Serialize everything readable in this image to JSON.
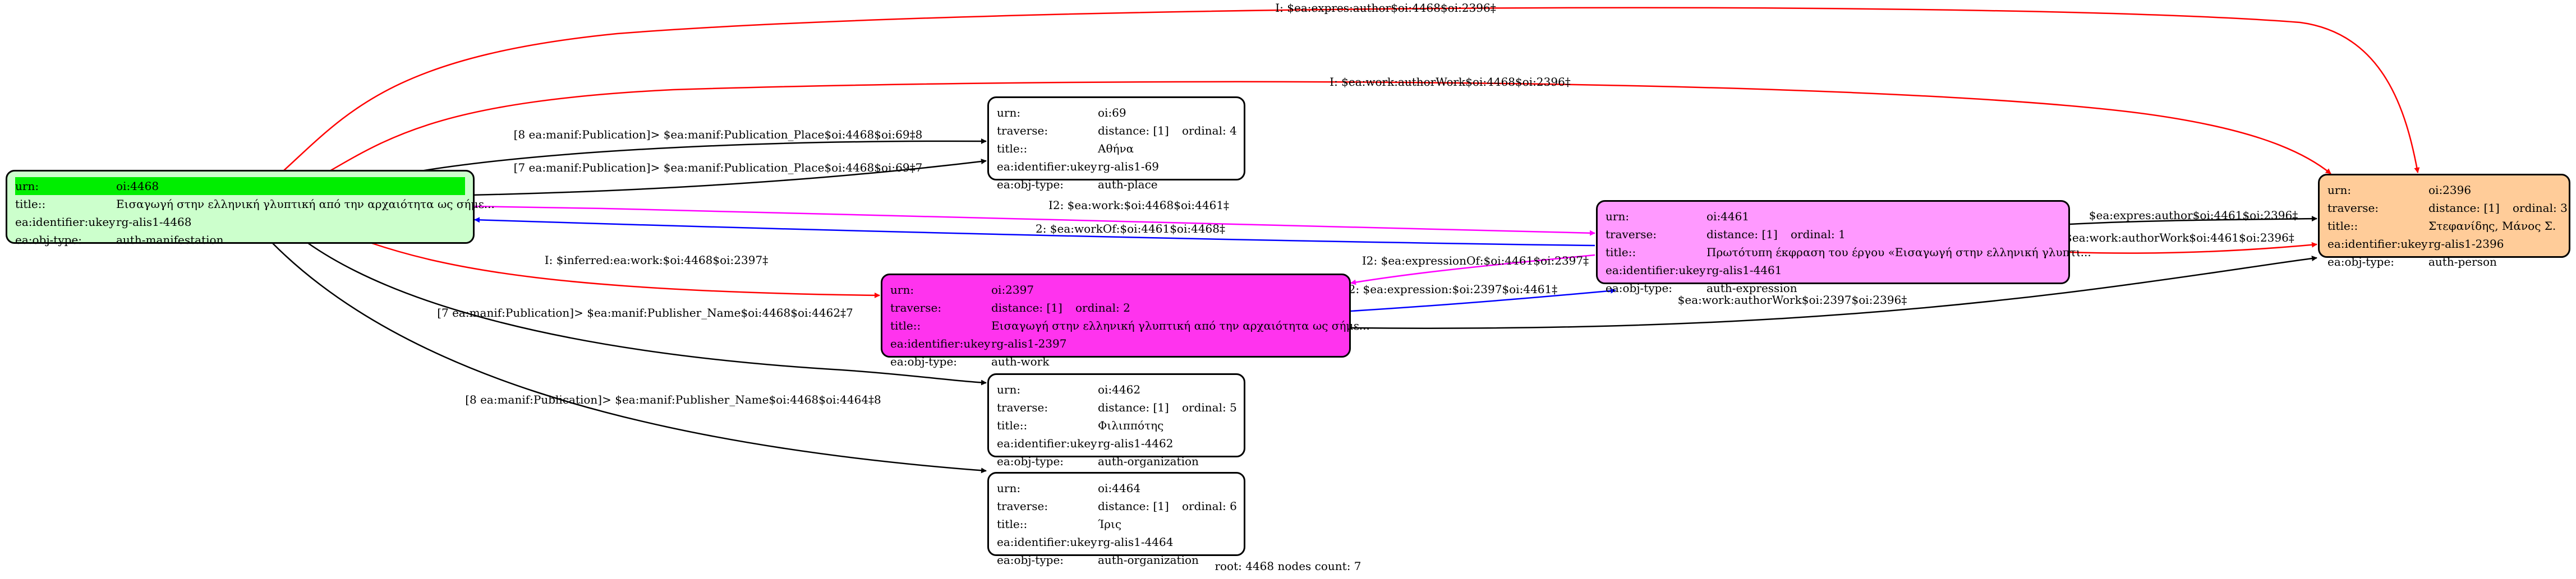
{
  "footer": "root: 4468 nodes count: 7",
  "colors": {
    "black": "#000000",
    "red": "#ff0000",
    "blue": "#0000ff",
    "magenta": "#ff00ff",
    "root_fill": "#ccffcc",
    "root_highlight": "#00ee00",
    "work_fill": "#ff33ee",
    "expression_fill": "#ff99ff",
    "person_fill": "#ffcc99",
    "plain_fill": "#ffffff"
  },
  "nodes": [
    {
      "id": "n4468",
      "fill": "#ccffcc",
      "rows": [
        {
          "k": "urn:",
          "v": "oi:4468",
          "hl": true
        },
        {
          "k": "title::",
          "v": "Εισαγωγή στην ελληνική γλυπτική από την αρχαιότητα ως σήμε..."
        },
        {
          "k": "ea:identifier:ukey",
          "v": "rg-alis1-4468"
        },
        {
          "k": "ea:obj-type:",
          "v": "auth-manifestation"
        }
      ]
    },
    {
      "id": "n69",
      "fill": "#ffffff",
      "rows": [
        {
          "k": "urn:",
          "v": "oi:69"
        },
        {
          "k": "traverse:",
          "v": "distance: [1]",
          "v2": "ordinal: 4"
        },
        {
          "k": "title::",
          "v": "Αθήνα"
        },
        {
          "k": "ea:identifier:ukey",
          "v": "rg-alis1-69"
        },
        {
          "k": "ea:obj-type:",
          "v": "auth-place"
        }
      ]
    },
    {
      "id": "n2397",
      "fill": "#ff33ee",
      "rows": [
        {
          "k": "urn:",
          "v": "oi:2397"
        },
        {
          "k": "traverse:",
          "v": "distance: [1]",
          "v2": "ordinal: 2"
        },
        {
          "k": "title::",
          "v": "Εισαγωγή στην ελληνική γλυπτική από την αρχαιότητα ως σήμε..."
        },
        {
          "k": "ea:identifier:ukey",
          "v": "rg-alis1-2397"
        },
        {
          "k": "ea:obj-type:",
          "v": "auth-work"
        }
      ]
    },
    {
      "id": "n4462",
      "fill": "#ffffff",
      "rows": [
        {
          "k": "urn:",
          "v": "oi:4462"
        },
        {
          "k": "traverse:",
          "v": "distance: [1]",
          "v2": "ordinal: 5"
        },
        {
          "k": "title::",
          "v": "Φιλιππότης"
        },
        {
          "k": "ea:identifier:ukey",
          "v": "rg-alis1-4462"
        },
        {
          "k": "ea:obj-type:",
          "v": "auth-organization"
        }
      ]
    },
    {
      "id": "n4464",
      "fill": "#ffffff",
      "rows": [
        {
          "k": "urn:",
          "v": "oi:4464"
        },
        {
          "k": "traverse:",
          "v": "distance: [1]",
          "v2": "ordinal: 6"
        },
        {
          "k": "title::",
          "v": "Ίρις"
        },
        {
          "k": "ea:identifier:ukey",
          "v": "rg-alis1-4464"
        },
        {
          "k": "ea:obj-type:",
          "v": "auth-organization"
        }
      ]
    },
    {
      "id": "n4461",
      "fill": "#ff99ff",
      "rows": [
        {
          "k": "urn:",
          "v": "oi:4461"
        },
        {
          "k": "traverse:",
          "v": "distance: [1]",
          "v2": "ordinal: 1"
        },
        {
          "k": "title::",
          "v": "Πρωτότυπη έκφραση του έργου «Εισαγωγή στην ελληνική γλυπτι..."
        },
        {
          "k": "ea:identifier:ukey",
          "v": "rg-alis1-4461"
        },
        {
          "k": "ea:obj-type:",
          "v": "auth-expression"
        }
      ]
    },
    {
      "id": "n2396",
      "fill": "#ffcc99",
      "rows": [
        {
          "k": "urn:",
          "v": "oi:2396"
        },
        {
          "k": "traverse:",
          "v": "distance: [1]",
          "v2": "ordinal: 3"
        },
        {
          "k": "title::",
          "v": "Στεφανίδης, Μάνος Σ."
        },
        {
          "k": "ea:identifier:ukey",
          "v": "rg-alis1-2396"
        },
        {
          "k": "ea:obj-type:",
          "v": "auth-person"
        }
      ]
    }
  ],
  "edges": [
    {
      "id": "e1",
      "color": "#ff0000",
      "label": "I: $ea:expres:author$oi:4468$oi:2396‡"
    },
    {
      "id": "e2",
      "color": "#ff0000",
      "label": "I: $ea:work:authorWork$oi:4468$oi:2396‡"
    },
    {
      "id": "e3",
      "color": "#000000",
      "label": "[8 ea:manif:Publication]> $ea:manif:Publication_Place$oi:4468$oi:69‡8"
    },
    {
      "id": "e4",
      "color": "#000000",
      "label": "[7 ea:manif:Publication]> $ea:manif:Publication_Place$oi:4468$oi:69‡7"
    },
    {
      "id": "e5",
      "color": "#ff00ff",
      "label": "I2: $ea:work:$oi:4468$oi:4461‡"
    },
    {
      "id": "e6",
      "color": "#0000ff",
      "label": "2: $ea:workOf:$oi:4461$oi:4468‡"
    },
    {
      "id": "e7",
      "color": "#ff0000",
      "label": "I: $inferred:ea:work:$oi:4468$oi:2397‡"
    },
    {
      "id": "e8",
      "color": "#000000",
      "label": "[7 ea:manif:Publication]> $ea:manif:Publisher_Name$oi:4468$oi:4462‡7"
    },
    {
      "id": "e9",
      "color": "#000000",
      "label": "[8 ea:manif:Publication]> $ea:manif:Publisher_Name$oi:4468$oi:4464‡8"
    },
    {
      "id": "e10",
      "color": "#ff00ff",
      "label": "I2: $ea:expressionOf:$oi:4461$oi:2397‡"
    },
    {
      "id": "e11",
      "color": "#0000ff",
      "label": "2: $ea:expression:$oi:2397$oi:4461‡"
    },
    {
      "id": "e12",
      "color": "#000000",
      "label": "$ea:expres:author$oi:4461$oi:2396‡"
    },
    {
      "id": "e13",
      "color": "#ff0000",
      "label": "I: $ea:work:authorWork$oi:4461$oi:2396‡"
    },
    {
      "id": "e14",
      "color": "#000000",
      "label": "$ea:work:authorWork$oi:2397$oi:2396‡"
    }
  ]
}
